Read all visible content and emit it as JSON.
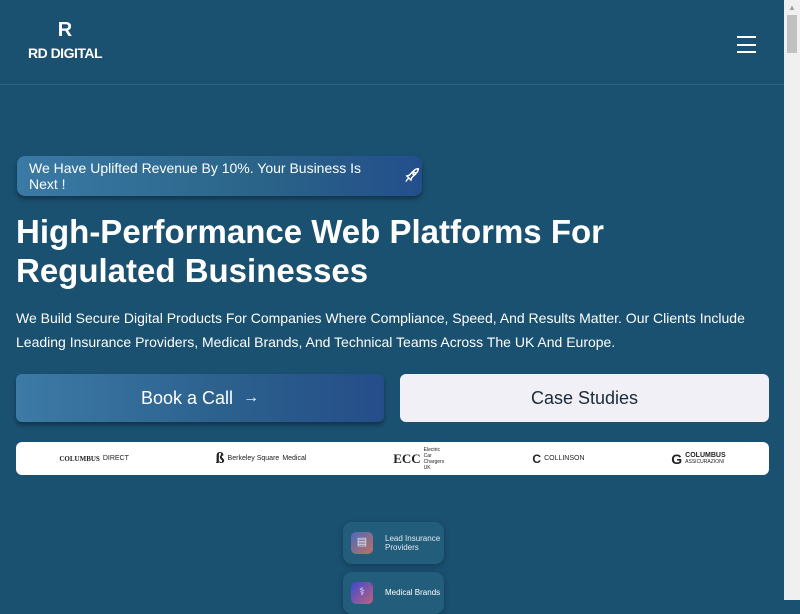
{
  "header": {
    "logo_mark": "R",
    "logo_text": "RD DIGITAL",
    "menu_icon": "hamburger-icon"
  },
  "hero": {
    "badge": "We Have Uplifted Revenue By 10%. Your Business Is Next !",
    "badge_icon": "rocket-icon",
    "title": "High-Performance Web Platforms For Regulated Businesses",
    "lead": "We Build Secure Digital Products For Companies Where Compliance, Speed, And Results Matter. Our Clients Include Leading Insurance Providers, Medical Brands, And Technical Teams Across The UK And Europe.",
    "book_call": "Book a Call",
    "book_call_icon": "arrow-right-icon",
    "case_studies": "Case Studies"
  },
  "clients": [
    {
      "name": "COLUMBUS",
      "sub": "DIRECT"
    },
    {
      "name": "Berkeley Square",
      "sub": "Medical"
    },
    {
      "name": "ECC",
      "sub": "Electric Car Chargers UK"
    },
    {
      "name": "COLLINSON",
      "sub": ""
    },
    {
      "name": "COLUMBUS",
      "sub": "ASSICURAZIONI"
    }
  ],
  "cards": [
    {
      "label": "Lead Insurance Providers",
      "icon": "document-icon"
    },
    {
      "label": "Medical Brands",
      "icon": "stethoscope-icon"
    }
  ]
}
